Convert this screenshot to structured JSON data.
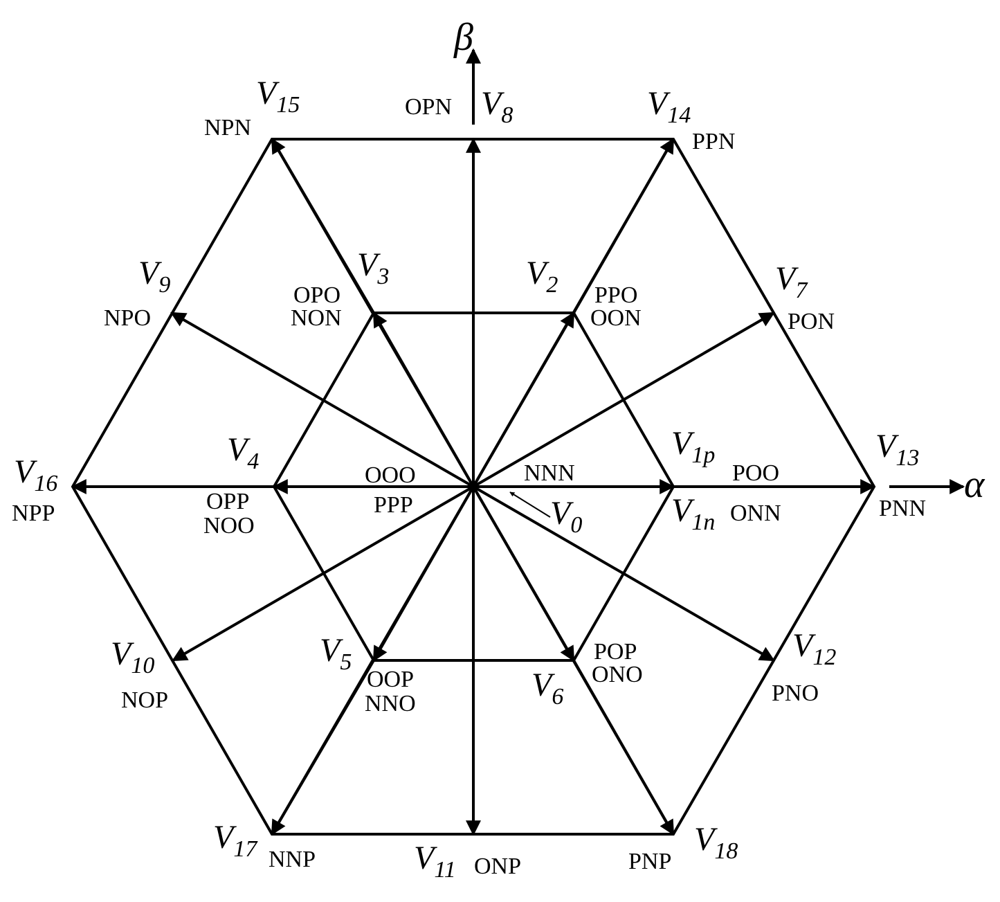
{
  "axes": {
    "alpha": "α",
    "beta": "β"
  },
  "colors": {
    "stroke": "#000000",
    "background": "#ffffff"
  },
  "vectors": {
    "v0": {
      "base": "V",
      "sub": "0"
    },
    "v1p": {
      "base": "V",
      "sub": "1p"
    },
    "v1n": {
      "base": "V",
      "sub": "1n"
    },
    "v2": {
      "base": "V",
      "sub": "2"
    },
    "v3": {
      "base": "V",
      "sub": "3"
    },
    "v4": {
      "base": "V",
      "sub": "4"
    },
    "v5": {
      "base": "V",
      "sub": "5"
    },
    "v6": {
      "base": "V",
      "sub": "6"
    },
    "v7": {
      "base": "V",
      "sub": "7"
    },
    "v8": {
      "base": "V",
      "sub": "8"
    },
    "v9": {
      "base": "V",
      "sub": "9"
    },
    "v10": {
      "base": "V",
      "sub": "10"
    },
    "v11": {
      "base": "V",
      "sub": "11"
    },
    "v12": {
      "base": "V",
      "sub": "12"
    },
    "v13": {
      "base": "V",
      "sub": "13"
    },
    "v14": {
      "base": "V",
      "sub": "14"
    },
    "v15": {
      "base": "V",
      "sub": "15"
    },
    "v16": {
      "base": "V",
      "sub": "16"
    },
    "v17": {
      "base": "V",
      "sub": "17"
    },
    "v18": {
      "base": "V",
      "sub": "18"
    }
  },
  "states": {
    "ooo": "OOO",
    "ppp": "PPP",
    "nnn": "NNN",
    "poo": "POO",
    "onn": "ONN",
    "ppo": "PPO",
    "oon": "OON",
    "opo": "OPO",
    "non": "NON",
    "opp": "OPP",
    "noo": "NOO",
    "oop": "OOP",
    "nno": "NNO",
    "pop": "POP",
    "ono": "ONO",
    "pnn": "PNN",
    "pon": "PON",
    "ppn": "PPN",
    "opn": "OPN",
    "npn": "NPN",
    "npo": "NPO",
    "npp": "NPP",
    "nop": "NOP",
    "nnp": "NNP",
    "onp": "ONP",
    "pnp": "PNP",
    "pno": "PNO"
  }
}
